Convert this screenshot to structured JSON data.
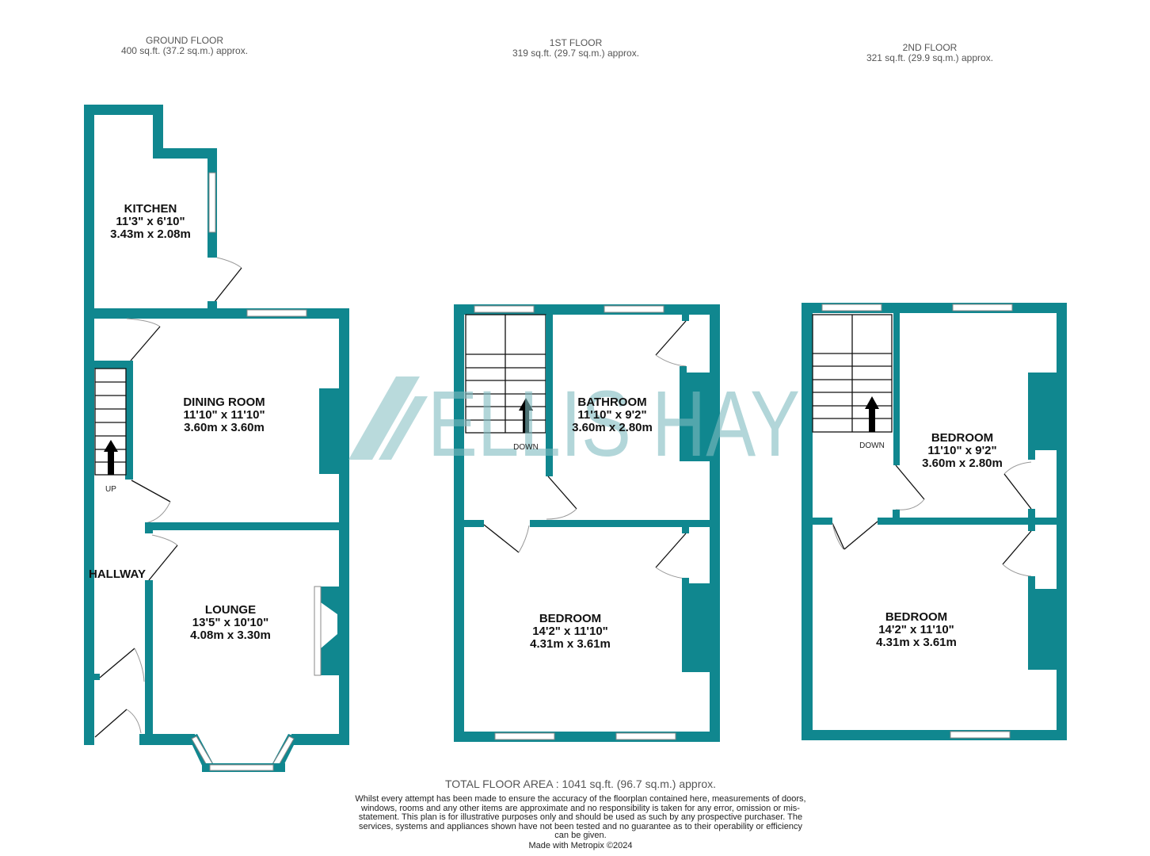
{
  "colors": {
    "wall": "#10878f",
    "watermark": "#7fbcc0",
    "text": "#111111",
    "header_text": "#555555"
  },
  "floors": [
    {
      "title": "GROUND FLOOR",
      "area": "400 sq.ft. (37.2 sq.m.) approx.",
      "rooms": [
        {
          "name": "KITCHEN",
          "imperial": "11'3\"  x 6'10\"",
          "metric": "3.43m  x 2.08m"
        },
        {
          "name": "DINING ROOM",
          "imperial": "11'10\"  x 11'10\"",
          "metric": "3.60m  x 3.60m"
        },
        {
          "name": "LOUNGE",
          "imperial": "13'5\"  x 10'10\"",
          "metric": "4.08m  x 3.30m"
        }
      ],
      "hallway_label": "HALLWAY",
      "stairs_label": "UP"
    },
    {
      "title": "1ST FLOOR",
      "area": "319 sq.ft. (29.7 sq.m.) approx.",
      "rooms": [
        {
          "name": "BATHROOM",
          "imperial": "11'10\"  x 9'2\"",
          "metric": "3.60m  x 2.80m"
        },
        {
          "name": "BEDROOM",
          "imperial": "14'2\"  x 11'10\"",
          "metric": "4.31m  x 3.61m"
        }
      ],
      "stairs_label": "DOWN"
    },
    {
      "title": "2ND FLOOR",
      "area": "321 sq.ft. (29.9 sq.m.) approx.",
      "rooms": [
        {
          "name": "BEDROOM",
          "imperial": "11'10\"  x 9'2\"",
          "metric": "3.60m  x 2.80m"
        },
        {
          "name": "BEDROOM",
          "imperial": "14'2\"  x 11'10\"",
          "metric": "4.31m  x 3.61m"
        }
      ],
      "stairs_label": "DOWN"
    }
  ],
  "watermark": {
    "brand": "ELLIS HAY"
  },
  "footer": {
    "total": "TOTAL FLOOR AREA : 1041 sq.ft. (96.7 sq.m.) approx.",
    "disclaimer": "Whilst every attempt has been made to ensure the accuracy of the floorplan contained here, measurements of doors, windows, rooms and any other items are approximate and no responsibility is taken for any error, omission or mis-statement. This plan is for illustrative purposes only and should be used as such by any prospective purchaser. The services, systems and appliances shown have not been tested and no guarantee as to their operability or efficiency can be given.",
    "credit": "Made with Metropix ©2024"
  }
}
